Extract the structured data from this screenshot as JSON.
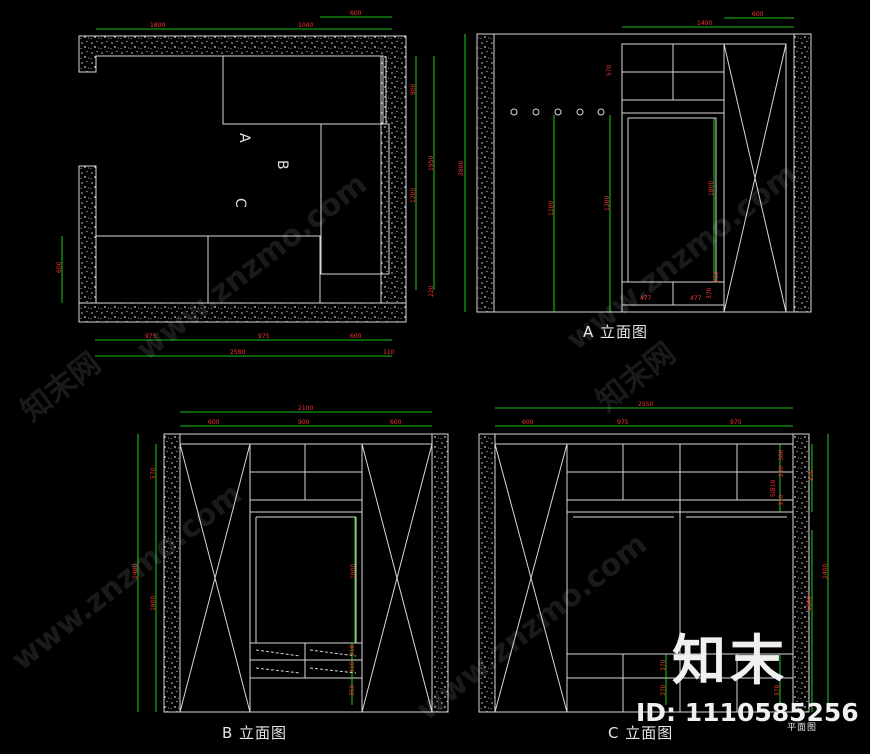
{
  "colors": {
    "background": "#000000",
    "line": "#d8d8d8",
    "dimension_green": "#22ff22",
    "dimension_red": "#ff3030",
    "wall_texture": "#bfbfbf"
  },
  "plan": {
    "room_labels": [
      "A",
      "B",
      "C"
    ],
    "dims_top": [
      "1800",
      "1040",
      "600"
    ],
    "dims_bottom": [
      "975",
      "975",
      "600"
    ],
    "dims_total": "2580",
    "dims_total_right": "110",
    "dims_right": [
      "800",
      "1950",
      "1200",
      "220"
    ],
    "dims_left": "600"
  },
  "elevation_a": {
    "caption": "A 立面图",
    "dims_top": [
      "1400",
      "600"
    ],
    "dims_left": "2800",
    "dims_mid": [
      "1200",
      "1200",
      "1800"
    ],
    "dims_right_top": "570",
    "dims_bottom": [
      "477",
      "477"
    ],
    "dims_small": [
      "370",
      "213"
    ]
  },
  "elevation_b": {
    "caption": "B 立面图",
    "dims_top_total": "2100",
    "dims_top": [
      "600",
      "900",
      "600"
    ],
    "dims_left": [
      "570",
      "2400",
      "1800"
    ],
    "dims_center": "1800",
    "dims_right": [
      "310",
      "310",
      "350"
    ]
  },
  "elevation_c": {
    "caption": "C 立面图",
    "dims_top_total": "2550",
    "dims_top": [
      "600",
      "975",
      "975"
    ],
    "dims_right": [
      "300",
      "250",
      "310",
      "50",
      "310",
      "570",
      "2400",
      "1800"
    ],
    "dims_lower": [
      "370",
      "370",
      "370"
    ],
    "sub_caption": "平面图"
  },
  "watermarks": {
    "site": "www.znzmo.com",
    "brand": "知末网",
    "logo": "知末",
    "id_text": "ID: 1110585256"
  }
}
